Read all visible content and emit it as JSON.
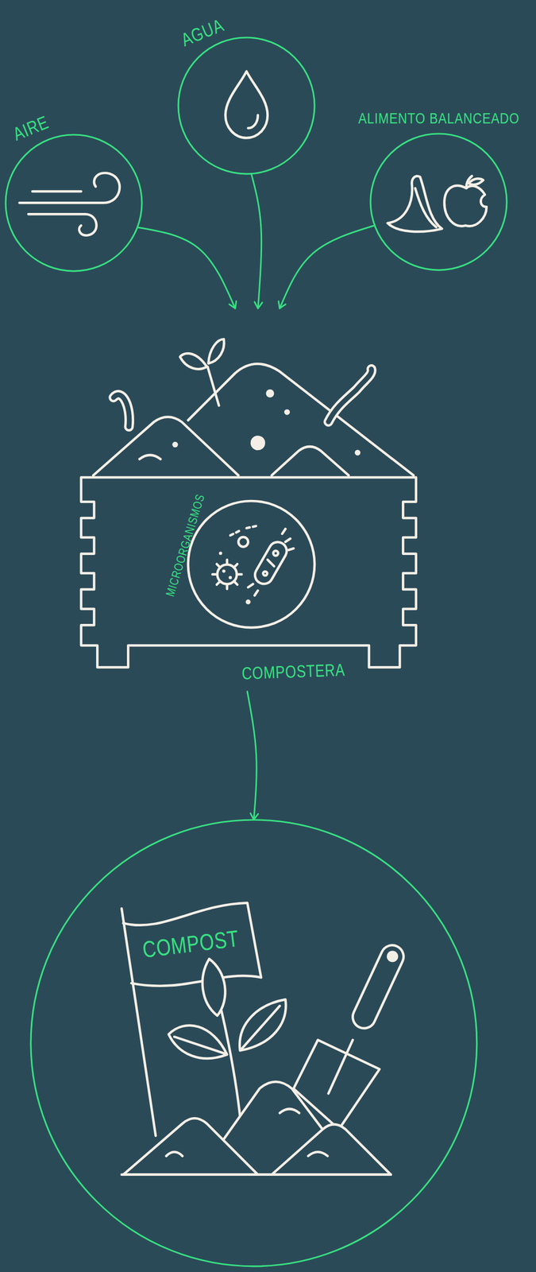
{
  "diagram": {
    "nodes": [
      {
        "text": [
          "AIRE"
        ]
      },
      {
        "text": [
          "AGUA"
        ]
      },
      {
        "text": [
          "ALIMENTO BALANCEADO"
        ]
      },
      {
        "text": [
          "COMPOSTERA"
        ]
      },
      {
        "text": [
          "MICROORGANISMOS"
        ],
        "in": 3
      },
      {
        "text": [
          "COMPOST"
        ]
      }
    ],
    "edges": [
      {
        "from": 0,
        "to": 3,
        "arrow": "to"
      },
      {
        "from": 1,
        "to": 3,
        "arrow": "to"
      },
      {
        "from": 2,
        "to": 3,
        "arrow": "to"
      },
      {
        "from": 3,
        "to": 5,
        "arrow": "to"
      }
    ]
  }
}
